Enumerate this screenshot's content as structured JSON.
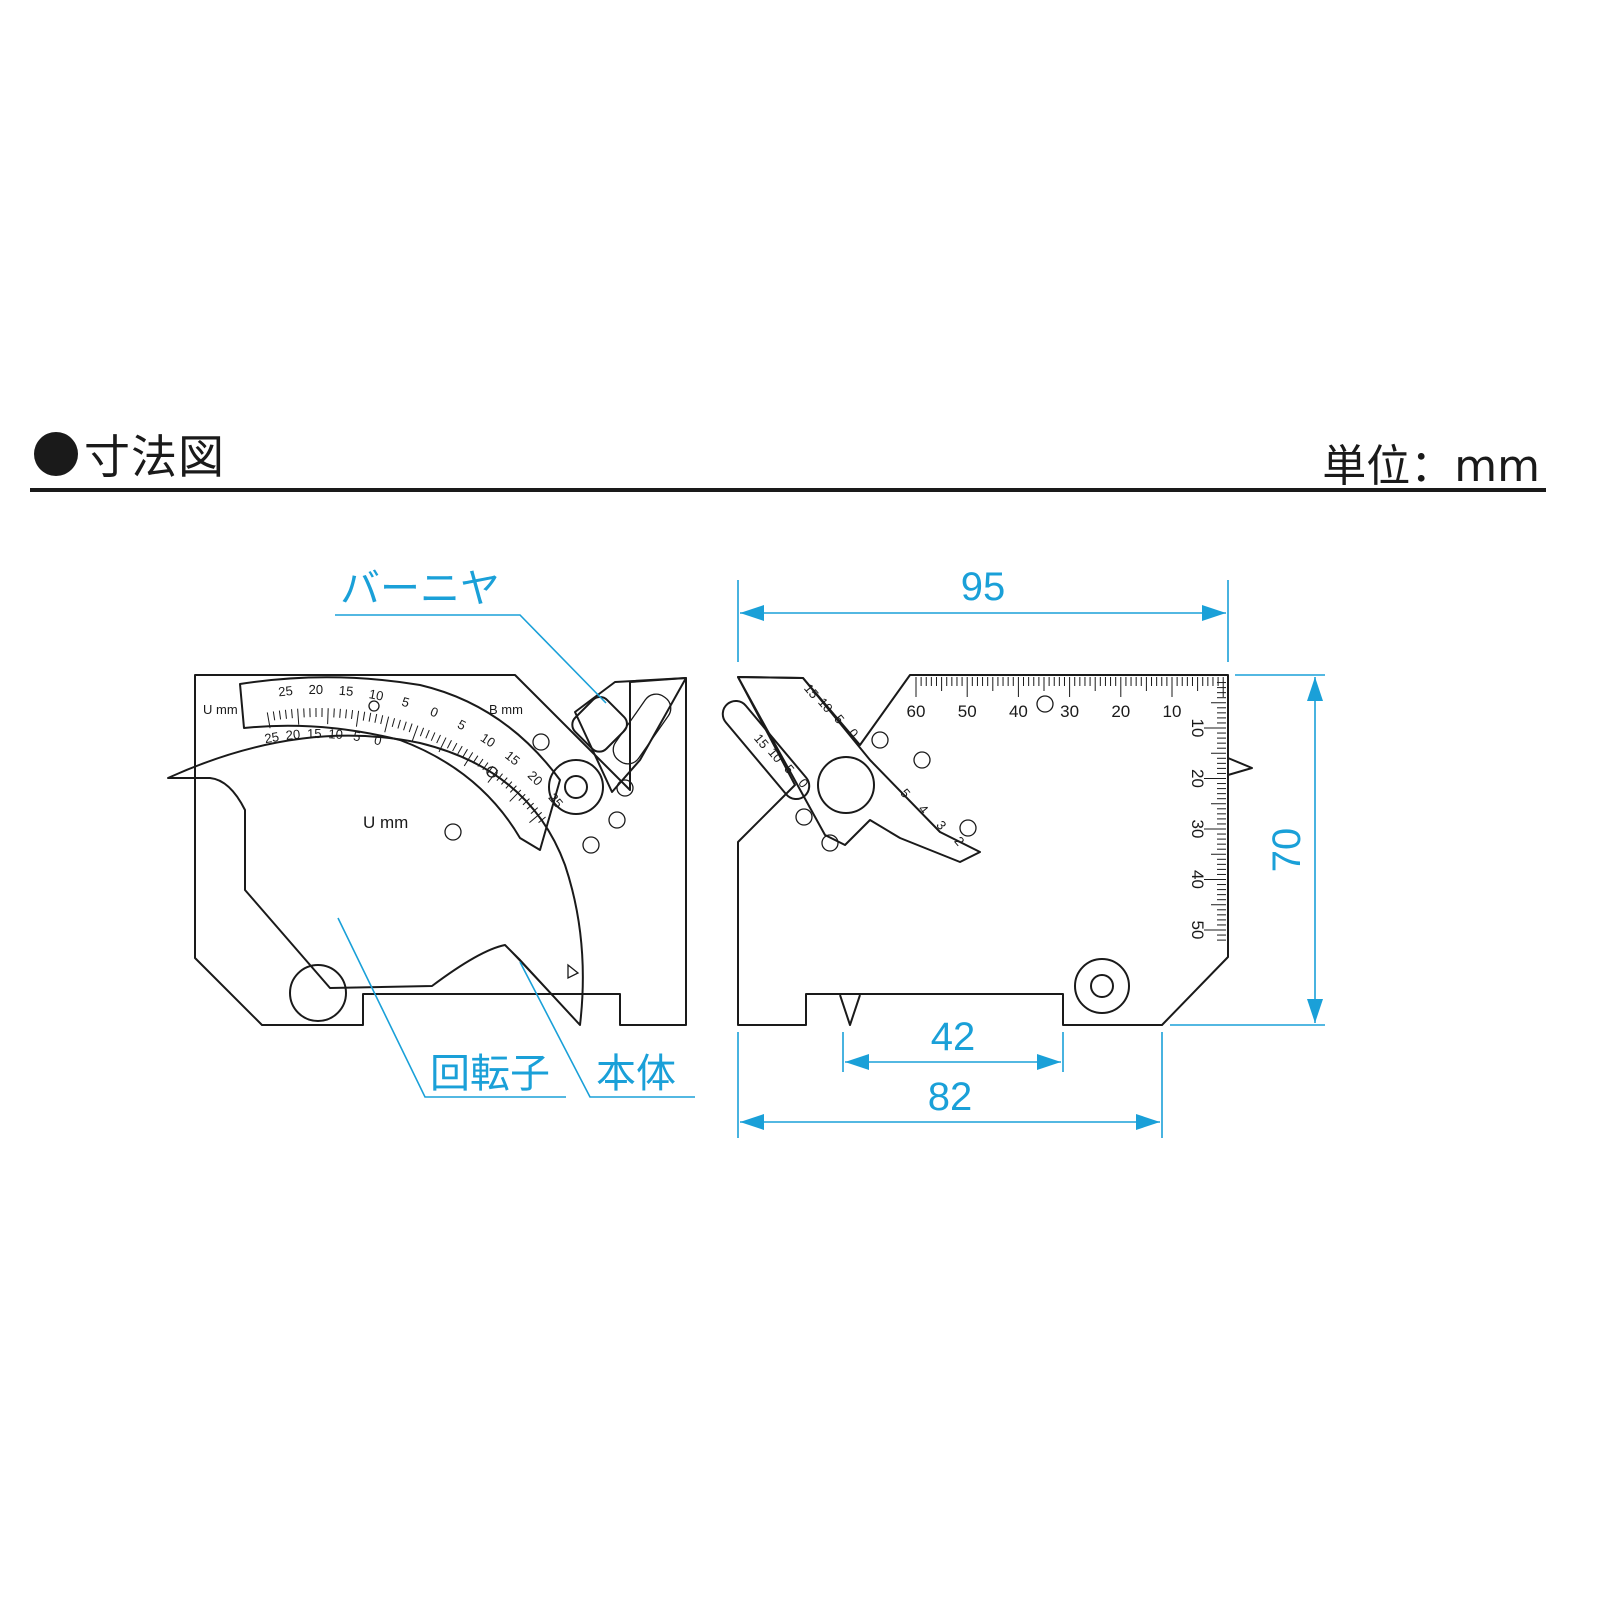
{
  "header": {
    "title": "寸法図",
    "unit": "単位：mm"
  },
  "callouts": {
    "vernier": "バーニヤ",
    "rotor": "回転子",
    "body": "本体"
  },
  "dimensions": {
    "width_total": "95",
    "height_total": "70",
    "bottom_inner": "42",
    "bottom_length": "82"
  },
  "left_gauge": {
    "scale_u_label": "U mm",
    "scale_b_label": "B mm",
    "rotor_u_label": "U mm",
    "vernier_scale": [
      "25",
      "20",
      "15",
      "10",
      "5",
      "0",
      "5",
      "10",
      "15",
      "20",
      "25"
    ],
    "rotor_scale": [
      "25",
      "20",
      "15",
      "10",
      "5",
      "0"
    ]
  },
  "right_gauge": {
    "top_scale": [
      "60",
      "50",
      "40",
      "30",
      "20",
      "10"
    ],
    "side_scale": [
      "10",
      "20",
      "30",
      "40",
      "50"
    ],
    "slider_scale": [
      "15",
      "10",
      "5",
      "0"
    ],
    "slider_scale_2": [
      "15",
      "10",
      "5",
      "0"
    ],
    "notch_scale": [
      "5",
      "4",
      "3",
      "2"
    ]
  },
  "colors": {
    "line": "#1a1a1a",
    "dimension": "#1aa0d8"
  }
}
